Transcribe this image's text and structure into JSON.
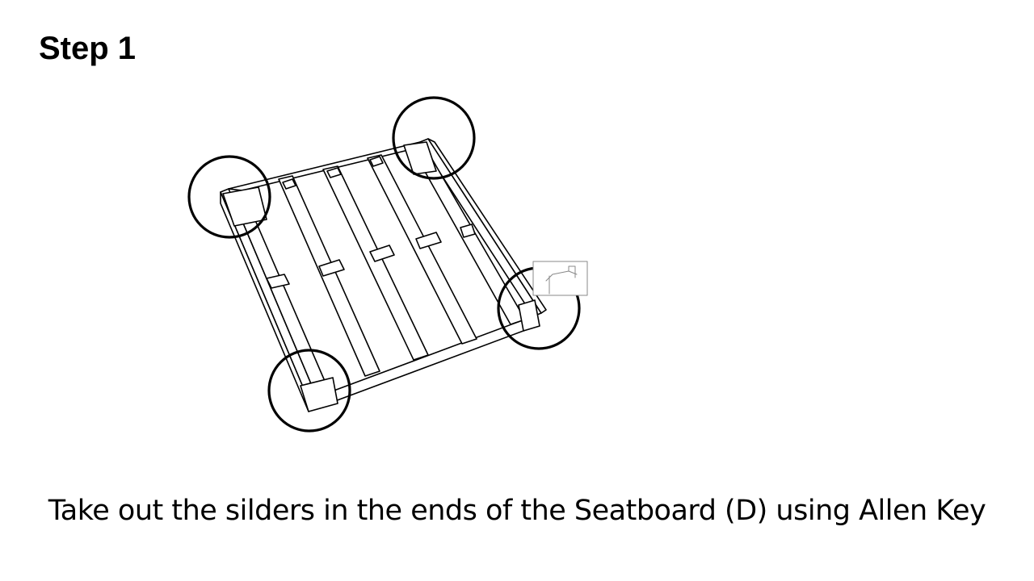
{
  "slide": {
    "title": "Step 1",
    "caption": "Take out the silders in the ends of the Seatboard (D) using Allen Key"
  },
  "figure": {
    "subject": "seatboard-frame",
    "highlight_circles": 4,
    "inset_detail": "slider-detail",
    "stroke_color": "#000000"
  }
}
